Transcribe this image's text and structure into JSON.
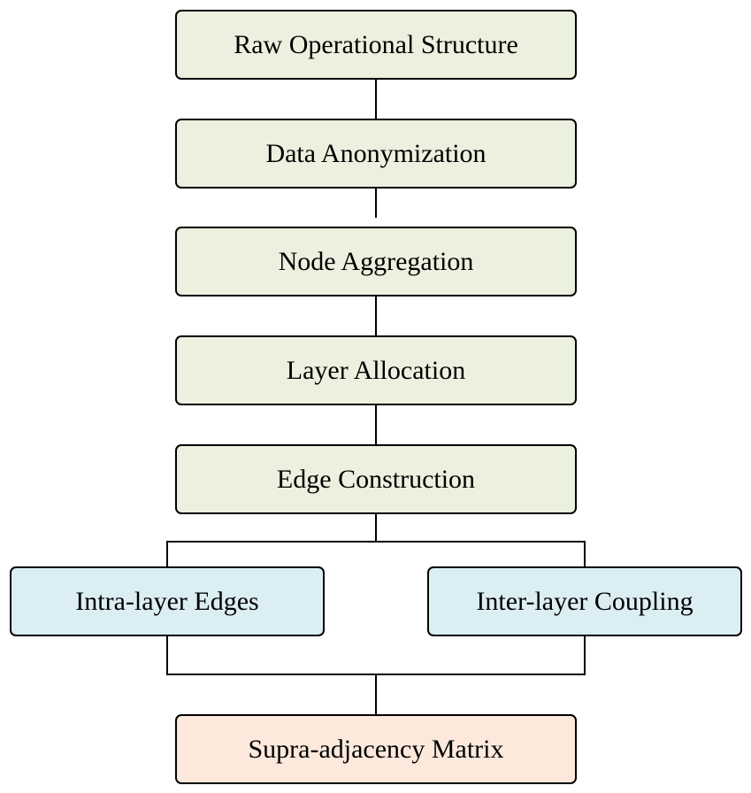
{
  "diagram": {
    "steps": {
      "raw": "Raw Operational Structure",
      "anonymization": "Data Anonymization",
      "aggregation": "Node Aggregation",
      "allocation": "Layer Allocation",
      "construction": "Edge Construction"
    },
    "branches": {
      "intra": "Intra-layer Edges",
      "inter": "Inter-layer Coupling"
    },
    "output": "Supra-adjacency Matrix",
    "colors": {
      "step_fill": "#ebf1de",
      "branch_fill": "#dbeef4",
      "output_fill": "#fce9dc",
      "stroke": "#000000"
    }
  }
}
